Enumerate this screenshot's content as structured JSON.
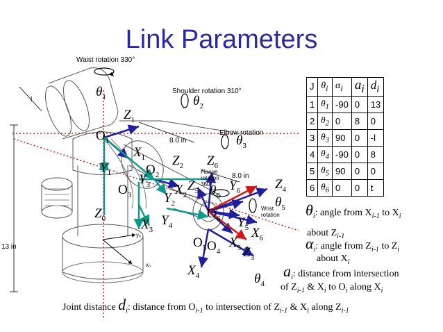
{
  "title": "Link Parameters",
  "robot_labels": {
    "waist": "Waist rotation 330°",
    "shoulder": "Shoulder rotation 310°",
    "elbow": "Elbow rotation",
    "flange_1": "Flange",
    "flange_2": "rotation",
    "flange_3": "360°",
    "wrist_1": "Wrist",
    "wrist_2": "rotation",
    "dim_1": "8.0 in",
    "dim_2": "8.0 in",
    "dim_3": "13 in",
    "dim_4": "l",
    "y0": "y₀",
    "x0": "x₀"
  },
  "axis_labels": {
    "theta1": "θ",
    "theta1_sub": "1",
    "theta2": "θ",
    "theta2_sub": "2",
    "theta3": "θ",
    "theta3_sub": "3",
    "theta4": "θ",
    "theta4_sub": "4",
    "theta5": "θ",
    "theta5_sub": "5",
    "theta6": "θ",
    "theta6_sub": "6",
    "O0": "Z",
    "O0_sub": "0",
    "O1": "O",
    "O1_sub": "1",
    "O2": "O",
    "O2_sub": "2",
    "O3": "O",
    "O3_sub": "3",
    "O4": "O",
    "O4_sub": "4",
    "O5": "O",
    "O5_sub": "5",
    "O6": "O",
    "O6_sub": "6",
    "Z1": "Z",
    "Z1_sub": "1",
    "Z2": "Z",
    "Z2_sub": "2",
    "Z3": "Z",
    "Z3_sub": "3",
    "Z4": "Z",
    "Z4_sub": "4",
    "Z5": "Z",
    "Z5_sub": "5",
    "Z6": "Z",
    "Z6_sub": "6",
    "X1": "X",
    "X1_sub": "1",
    "X2": "X",
    "X2_sub": "2",
    "X3": "X",
    "X3_sub": "3",
    "X4": "X",
    "X4_sub": "4",
    "X5": "X",
    "X5_sub": "5",
    "X6": "X",
    "X6_sub": "6",
    "Y1": "Y",
    "Y1_sub": "1",
    "Y2": "Y",
    "Y2_sub": "2",
    "Y3": "Y",
    "Y3_sub": "3",
    "Y4": "Y",
    "Y4_sub": "4",
    "Y5": "Y",
    "Y5_sub": "5",
    "Y6": "Y",
    "Y6_sub": "6"
  },
  "table": {
    "headers": {
      "j": "J",
      "theta": "θ",
      "theta_sub": "i",
      "alpha": "α",
      "alpha_sub": "i",
      "a": "a",
      "a_sub": "i",
      "d": "d",
      "d_sub": "i"
    },
    "rows": [
      {
        "j": "1",
        "theta": "θ",
        "theta_sub": "1",
        "alpha": "-90",
        "a": "0",
        "d": "13"
      },
      {
        "j": "2",
        "theta": "θ",
        "theta_sub": "2",
        "alpha": "0",
        "a": "8",
        "d": "0"
      },
      {
        "j": "3",
        "theta": "θ",
        "theta_sub": "3",
        "alpha": "90",
        "a": "0",
        "d": "-l"
      },
      {
        "j": "4",
        "theta": "θ",
        "theta_sub": "4",
        "alpha": "-90",
        "a": "0",
        "d": "8"
      },
      {
        "j": "5",
        "theta": "θ",
        "theta_sub": "5",
        "alpha": "90",
        "a": "0",
        "d": "0"
      },
      {
        "j": "6",
        "theta": "θ",
        "theta_sub": "6",
        "alpha": "0",
        "a": "0",
        "d": "t"
      }
    ]
  },
  "definitions": {
    "theta": {
      "sym": "θ",
      "sym_sub": "i",
      "t1": ": angle from X",
      "s1": "i-1",
      "t2": " to X",
      "s2": "i"
    },
    "theta_cont": {
      "t1": "about Z",
      "s1": "i-1"
    },
    "alpha": {
      "sym": "α",
      "sym_sub": "i",
      "t1": ": angle from Z",
      "s1": "i-1",
      "t2": " to Z",
      "s2": "i"
    },
    "alpha_cont": {
      "t1": "about X",
      "s1": "i"
    },
    "a": {
      "sym": "a",
      "sym_sub": "i",
      "t1": ": distance from intersection"
    },
    "a_cont": {
      "t1": "of Z",
      "s1": "i-1",
      "t2": " & X",
      "s2": "i",
      "t3": " to O",
      "s3": "i",
      "t4": " along X",
      "s4": "i"
    },
    "d": {
      "prefix": "Joint distance",
      "sym": "d",
      "sym_sub": "i",
      "t1": ": distance from O",
      "s1": "i-1",
      "t2": " to intersection of Z",
      "s2": "i-1",
      "t3": " & X",
      "s3": "i",
      "t4": " along Z",
      "s4": "i-1"
    }
  },
  "colors": {
    "title": "#2a2a9e",
    "axis_blue": "#1f1f9e",
    "axis_teal": "#0e9a8a",
    "axis_red": "#d01818",
    "guide_red": "#d01818"
  }
}
